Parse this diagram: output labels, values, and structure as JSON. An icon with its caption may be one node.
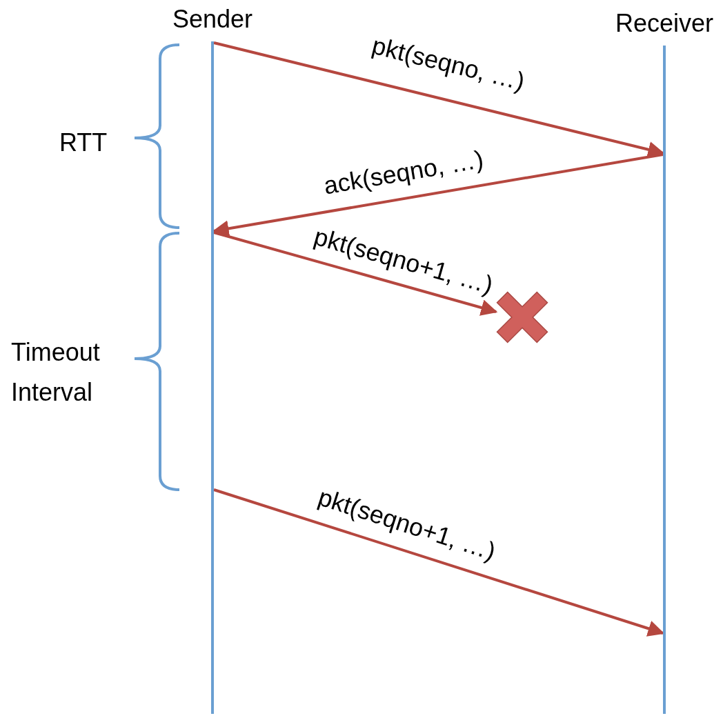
{
  "diagram": {
    "nodes": [
      {
        "text": [
          "Sender"
        ]
      },
      {
        "text": [
          "Receiver"
        ]
      },
      {
        "text": [],
        "shape": "cross"
      }
    ],
    "edges": [
      {
        "from": 0,
        "to": 1,
        "arrow": "to",
        "label": "pkt(seqno, …)"
      },
      {
        "from": 1,
        "to": 0,
        "arrow": "to",
        "label": "ack(seqno, …)"
      },
      {
        "from": 0,
        "to": 2,
        "arrow": "to",
        "label": "pkt(seqno+1, …)"
      },
      {
        "from": 0,
        "to": 1,
        "arrow": "to",
        "label": "pkt(seqno+1, …)"
      }
    ],
    "labels": [
      "RTT",
      "Timeout Interval"
    ]
  }
}
